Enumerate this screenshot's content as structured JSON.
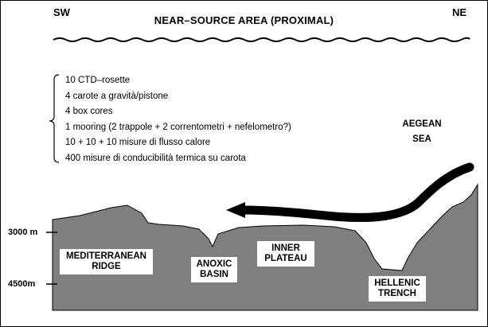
{
  "corners": {
    "left": "SW",
    "right": "NE"
  },
  "title": "NEAR–SOURCE AREA (PROXIMAL)",
  "activities": [
    "10 CTD–rosette",
    "4 carote a gravità/pistone",
    "4 box cores",
    "1 mooring (2 trappole + 2 correntometri + nefelometro?)",
    "10 + 10 + 10 misure di flusso calore",
    "400 misure di conducibilità termica su carota"
  ],
  "sea_label": {
    "line1": "AEGEAN",
    "line2": "SEA"
  },
  "depth_labels": {
    "upper": "3000 m",
    "lower": "4500m"
  },
  "features": {
    "mediterranean_ridge": {
      "line1": "MEDITERRANEAN",
      "line2": "RIDGE"
    },
    "anoxic_basin": {
      "line1": "ANOXIC",
      "line2": "BASIN"
    },
    "inner_plateau": {
      "line1": "INNER",
      "line2": "PLATEAU"
    },
    "hellenic_trench": {
      "line1": "HELLENIC",
      "line2": "TRENCH"
    }
  },
  "colors": {
    "seafloor": "#7f7f7f",
    "ink": "#000000",
    "background": "#ffffff"
  }
}
